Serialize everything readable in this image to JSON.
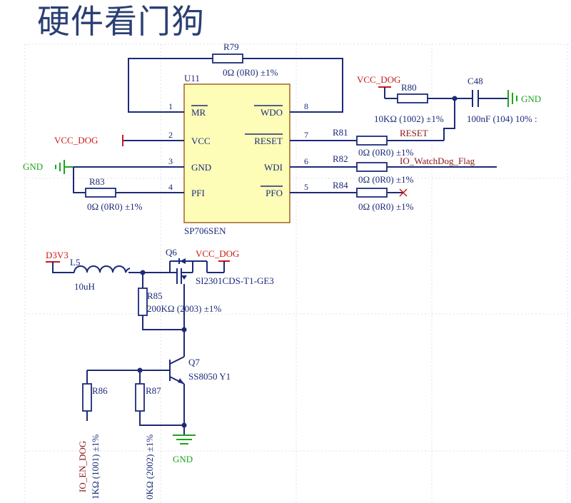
{
  "title": "硬件看门狗",
  "ic": {
    "ref": "U11",
    "part": "SP706SEN",
    "pins_left": [
      {
        "num": "1",
        "name": "MR"
      },
      {
        "num": "2",
        "name": "VCC"
      },
      {
        "num": "3",
        "name": "GND"
      },
      {
        "num": "4",
        "name": "PFI"
      }
    ],
    "pins_right": [
      {
        "num": "8",
        "name": "WDO"
      },
      {
        "num": "7",
        "name": "RESET"
      },
      {
        "num": "6",
        "name": "WDI"
      },
      {
        "num": "5",
        "name": "PFO"
      }
    ]
  },
  "resistors": {
    "r79": {
      "ref": "R79",
      "value": "0Ω (0R0) ±1%"
    },
    "r80": {
      "ref": "R80",
      "value": "10KΩ (1002) ±1%"
    },
    "r81": {
      "ref": "R81",
      "value": "0Ω (0R0) ±1%"
    },
    "r82": {
      "ref": "R82",
      "value": "0Ω (0R0) ±1%"
    },
    "r83": {
      "ref": "R83",
      "value": "0Ω (0R0) ±1%"
    },
    "r84": {
      "ref": "R84",
      "value": "0Ω (0R0) ±1%"
    },
    "r85": {
      "ref": "R85",
      "value": "200KΩ (2003) ±1%"
    },
    "r86": {
      "ref": "R86",
      "value": "1KΩ (1001) ±1%"
    },
    "r87": {
      "ref": "R87",
      "value": "0KΩ (2002) ±1%"
    }
  },
  "capacitor": {
    "ref": "C48",
    "value": "100nF (104) 10% :"
  },
  "inductor": {
    "ref": "L5",
    "value": "10uH"
  },
  "mosfet": {
    "ref": "Q6",
    "part": "SI2301CDS-T1-GE3"
  },
  "transistor": {
    "ref": "Q7",
    "part": "SS8050 Y1"
  },
  "nets": {
    "vcc_dog_left": "VCC_DOG",
    "vcc_dog_top": "VCC_DOG",
    "vcc_dog_q6": "VCC_DOG",
    "d3v3": "D3V3",
    "gnd_left": "GND",
    "gnd_c48": "GND",
    "gnd_q7": "GND",
    "reset": "RESET",
    "io_watchdog_flag": "IO_WatchDog_Flag",
    "io_en_dog": "IO_EN_DOG"
  }
}
